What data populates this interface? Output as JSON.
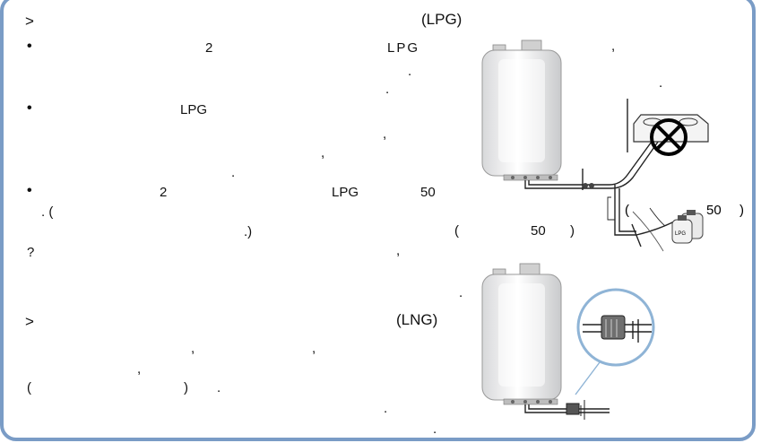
{
  "lpg_section": {
    "arrow": ">",
    "title": "(LPG)",
    "bullet1": {
      "marker": "•",
      "num": "2",
      "gas": "LPG",
      "comma": ",",
      "dot1": ".",
      "dot2": ".",
      "dot3": "."
    },
    "bullet2": {
      "marker": "•",
      "gas": "LPG",
      "comma1": ",",
      "comma2": ",",
      "dot": "."
    },
    "bullet3": {
      "marker": "•",
      "num": "2",
      "gas": "LPG",
      "value": "50",
      "paren_open_line": ". (",
      "paren_close_line": ".)",
      "note_open": "(",
      "note_value": "50",
      "note_close": ")",
      "question": "?",
      "comma": ","
    }
  },
  "lng_section": {
    "arrow": ">",
    "title": "(LNG)",
    "dot_top": ".",
    "comma1": ",",
    "comma2": ",",
    "comma3": ",",
    "paren_open": "(",
    "paren_close": ")",
    "dot1": ".",
    "dot2": ".",
    "dot3": "."
  },
  "figure1": {
    "callout_open": "(",
    "callout_value": "50",
    "callout_close": ")",
    "cylinder_label": "LPG"
  },
  "colors": {
    "border": "#7a9cc6",
    "prohibit": "#000000",
    "magnifier": "#8fb4d6"
  },
  "icons": [
    "water-heater-icon",
    "gas-range-icon",
    "prohibited-icon",
    "lpg-cylinder-icon",
    "gas-filter-icon",
    "magnifier-icon"
  ]
}
